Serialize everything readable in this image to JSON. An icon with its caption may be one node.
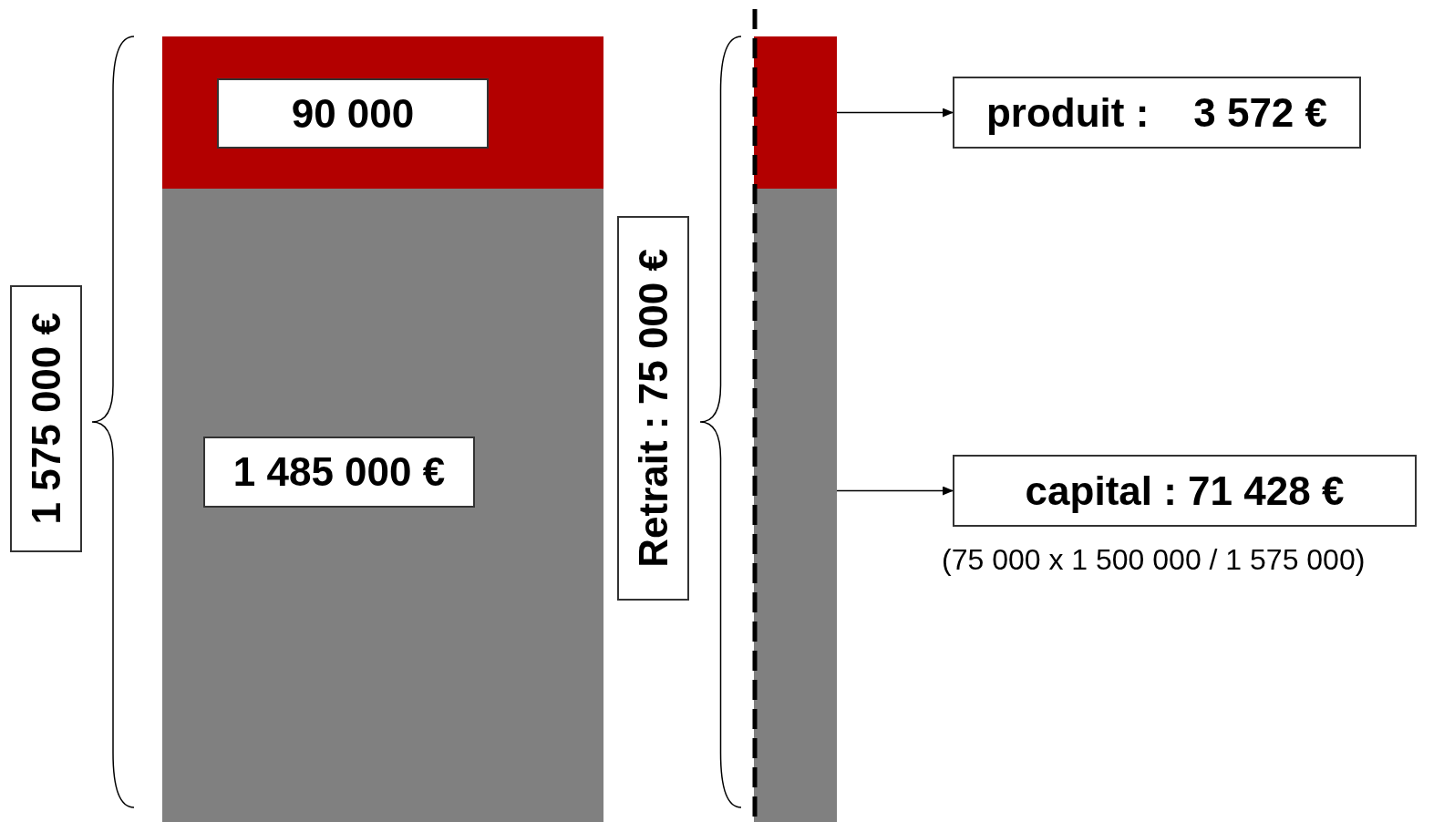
{
  "diagram": {
    "nodes": [
      {
        "text": [],
        "shape": "bar"
      },
      {
        "text": [
          "90 000"
        ],
        "in": 0
      },
      {
        "text": [],
        "shape": "bar"
      },
      {
        "text": [
          "1 485 000 €"
        ],
        "in": 2
      },
      {
        "text": [
          "1 575 000 €"
        ]
      },
      {
        "text": [
          "Retrait : 75 000 €"
        ]
      },
      {
        "text": [],
        "shape": "bar"
      },
      {
        "text": [],
        "shape": "bar"
      },
      {
        "text": [
          "produit :    3 572 €"
        ]
      },
      {
        "text": [
          "capital : 71 428 €"
        ],
        "beside": [
          "(75 000 x 1 500 000 / 1 575 000)"
        ]
      }
    ],
    "edges": [
      {
        "from": 6,
        "to": 8,
        "arrow": "to"
      },
      {
        "from": 7,
        "to": 9,
        "arrow": "to"
      }
    ]
  }
}
